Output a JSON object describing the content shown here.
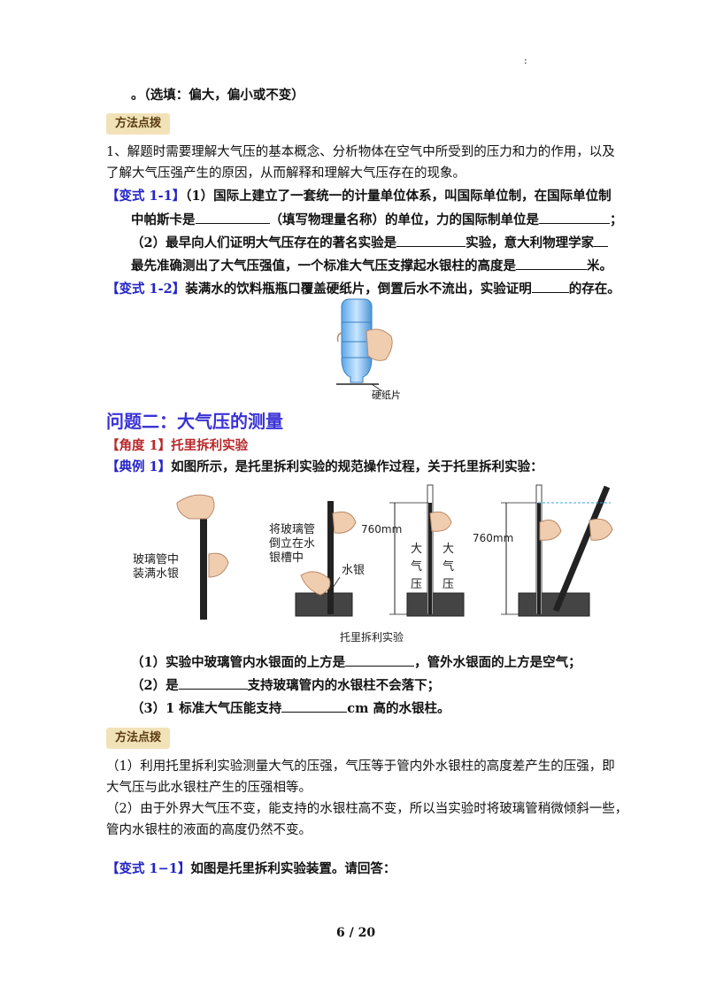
{
  "header_mark": ":",
  "intro_fill": "。（选填：偏大，偏小或不变）",
  "method_badge": "方法点拨",
  "tip1_line1": "1、解题时需要理解大气压的基本概念、分析物体在空气中所受到的压力和力的作用，以及",
  "tip1_line2": "了解大气压强产生的原因，从而解释和理解大气压存在的现象。",
  "v11_tag": "【变式 1-1】",
  "v11_q1a": "（1）国际上建立了一套统一的计量单位体系，叫国际单位制，在国际单位制",
  "v11_q1b_1": "中帕斯卡是",
  "v11_q1b_2": "（填写物理量名称）的单位，力的国际制单位是",
  "v11_q1b_3": "；",
  "v11_q2a_1": "（2）最早向人们证明大气压存在的著名实验是",
  "v11_q2a_2": "实验，意大利物理学家",
  "v11_q2b_1": "最先准确测出了大气压强值，一个标准大气压支撑起水银柱的高度是",
  "v11_q2b_2": "米。",
  "v12_tag": "【变式 1-2】",
  "v12_text_1": "装满水的饮料瓶瓶口覆盖硬纸片，倒置后水不流出，实验证明",
  "v12_text_2": "的存在。",
  "bottle_caption": "硬纸片",
  "section_title": "问题二：大气压的测量",
  "angle_tag": "【角度 1】托里拆利实验",
  "ex_tag": "【典例 1】",
  "ex_text": "如图所示，是托里拆利实验的规范操作过程，关于托里拆利实验：",
  "diagram": {
    "label_fill": [
      "玻璃管中",
      "装满水银"
    ],
    "label_invert": [
      "将玻璃管",
      "倒立在水",
      "银槽中"
    ],
    "label_mercury": "水银",
    "label_760a": "760mm",
    "label_760b": "760mm",
    "label_atm1": [
      "大",
      "气",
      "压"
    ],
    "label_atm2": [
      "大",
      "气",
      "压"
    ],
    "caption": "托里拆利实验"
  },
  "ex_q1_1": "（1）实验中玻璃管内水银面的上方是",
  "ex_q1_2": "，管外水银面的上方是空气；",
  "ex_q2_1": "（2）是",
  "ex_q2_2": "支持玻璃管内的水银柱不会落下；",
  "ex_q3_1": "（3）1 标准大气压能支持",
  "ex_q3_2": "cm 高的水银柱。",
  "method_badge2": "方法点拨",
  "tip2_line1": "（1）利用托里拆利实验测量大气的压强，气压等于管内外水银柱的高度差产生的压强，即",
  "tip2_line2": "大气压与此水银柱产生的压强相等。",
  "tip2_line3": "（2）由于外界大气压不变，能支持的水银柱高不变，所以当实验时将玻璃管稍微倾斜一些，",
  "tip2_line4": "管内水银柱的液面的高度仍然不变。",
  "v11b_tag": "【变式 1−1】",
  "v11b_text": "如图是托里拆利实验装置。请回答：",
  "page_number": "6  /  20"
}
